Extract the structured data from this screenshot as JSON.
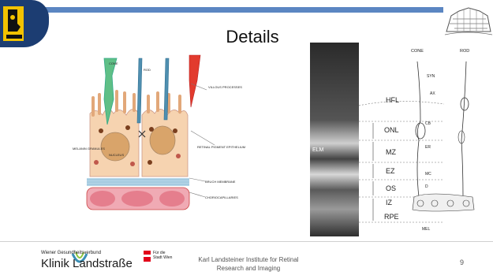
{
  "slide": {
    "title": "Details",
    "page_number": "9"
  },
  "left_figure": {
    "labels": {
      "cone": "CONE",
      "rod": "ROD",
      "villous_processes": "VILLOUS PROCESSES",
      "melanin_granules": "MELANIN GRANULES",
      "nucleus": "NUCLEUS",
      "rpe": "RETINAL PIGMENT EPITHELIUM",
      "bruch": "BRUCH MEMBRANE",
      "choriocapillaris": "CHORIOCAPILLARIES"
    }
  },
  "right_figure": {
    "elm": "ELM",
    "hfl": "HFL",
    "onl": "ONL",
    "mz": "MZ",
    "ez": "EZ",
    "os": "OS",
    "iz": "IZ",
    "rpe": "RPE",
    "cone": "CONE",
    "rod": "ROD",
    "syn": "SYN",
    "ax": "AX",
    "cb": "CB",
    "er": "ER",
    "mc": "MC",
    "d": "D",
    "mel": "MEL"
  },
  "footer": {
    "org_small": "Wiener Gesundheitsverbund",
    "org_big": "Klinik Landstraße",
    "wien_text_1": "Für die",
    "wien_text_2": "Stadt Wien",
    "institute_1": "Karl Landsteiner Institute for Retinal",
    "institute_2": "Research and Imaging"
  },
  "colors": {
    "accent_bar": "#5b86c2",
    "logo_yellow": "#f2c200",
    "cone_green": "#5fbf86",
    "rod_blue": "#4f8fb0",
    "cone_red": "#e23b2e",
    "rpe_skin": "#f6d3b0",
    "chorio_pink": "#e99aa6"
  }
}
